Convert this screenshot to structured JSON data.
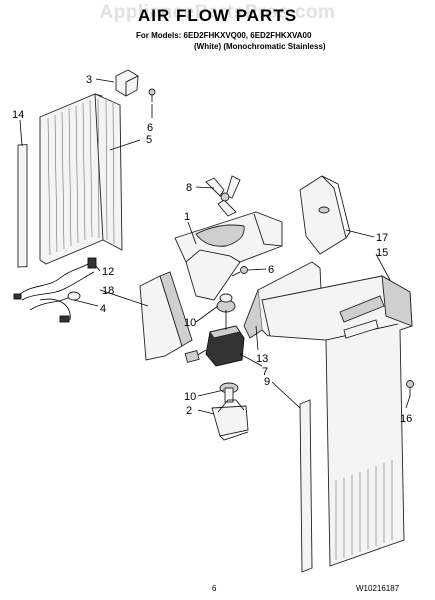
{
  "watermark": "AppliancePartsPros.com",
  "title": "AIR FLOW PARTS",
  "models_line1": "For Models: 6ED2FHKXVQ00, 6ED2FHKXVA00",
  "models_line2": "(White)   (Monochromatic Stainless)",
  "page_number": "6",
  "document_number": "W10216187",
  "callouts": [
    "3",
    "6",
    "14",
    "5",
    "8",
    "1",
    "17",
    "15",
    "6",
    "12",
    "18",
    "4",
    "10",
    "13",
    "7",
    "9",
    "10",
    "2",
    "16"
  ]
}
